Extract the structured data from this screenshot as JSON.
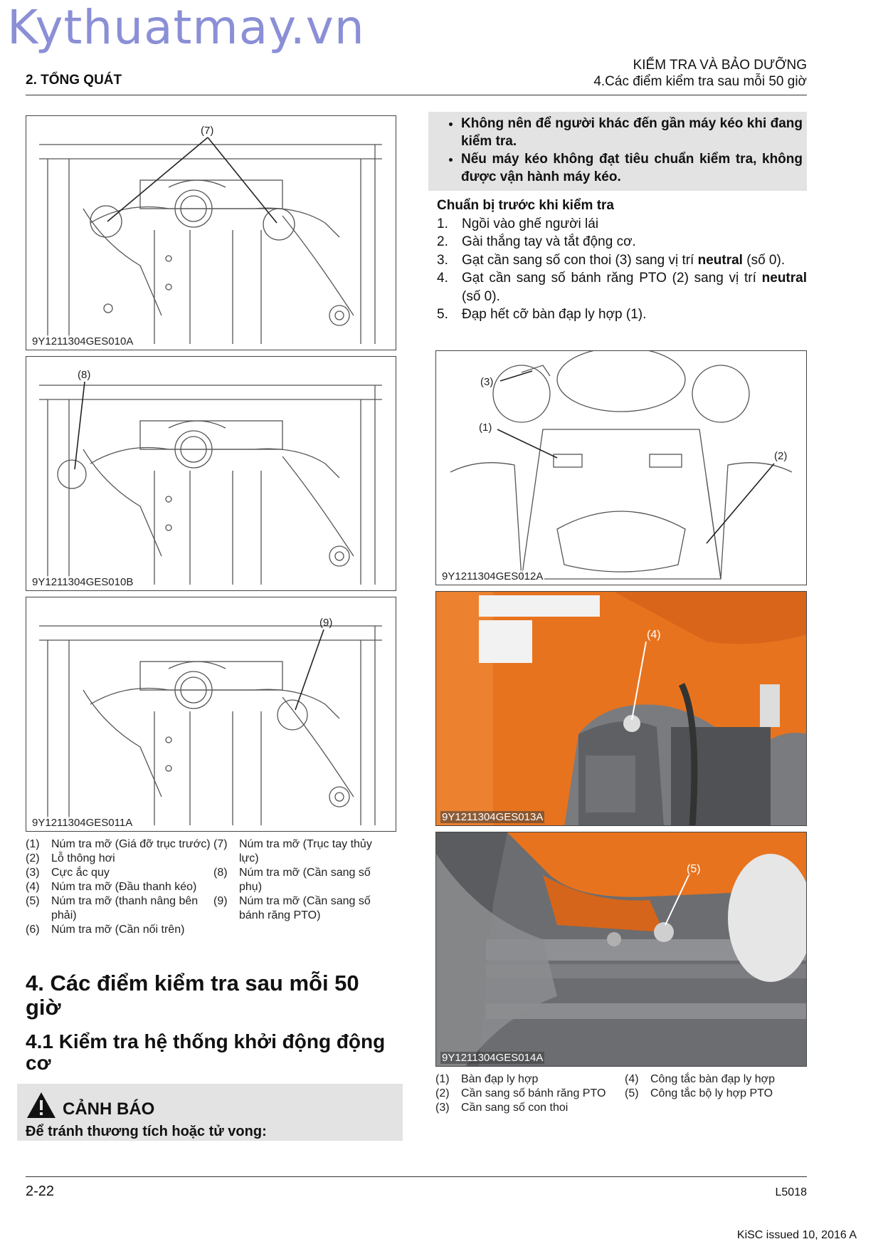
{
  "watermark": "Kythuatmay.vn",
  "header": {
    "left": "2. TỔNG QUÁT",
    "right_line1": "KIỂM TRA VÀ BẢO DƯỠNG",
    "right_line2": "4.Các điểm kiểm tra sau mỗi 50 giờ"
  },
  "figures": {
    "fig1": {
      "code": "9Y1211304GES010A",
      "callouts": [
        "(7)"
      ]
    },
    "fig2": {
      "code": "9Y1211304GES010B",
      "callouts": [
        "(8)"
      ]
    },
    "fig3": {
      "code": "9Y1211304GES011A",
      "callouts": [
        "(9)"
      ]
    },
    "fig4": {
      "code": "9Y1211304GES012A",
      "callouts": [
        "(3)",
        "(1)",
        "(2)"
      ]
    },
    "fig5": {
      "code": "9Y1211304GES013A",
      "callouts": [
        "(4)"
      ]
    },
    "fig6": {
      "code": "9Y1211304GES014A",
      "callouts": [
        "(5)"
      ]
    }
  },
  "warning_bullets": [
    "Không nên để người khác đến gần máy kéo khi đang kiểm tra.",
    "Nếu máy kéo không đạt tiêu chuẩn kiểm tra, không được vận hành máy kéo."
  ],
  "prep": {
    "title": "Chuẩn bị trước khi kiểm tra",
    "steps": [
      {
        "n": "1.",
        "pre": "Ngồi vào ghế người lái",
        "bold": "",
        "post": ""
      },
      {
        "n": "2.",
        "pre": "Gài thắng tay và tắt động cơ.",
        "bold": "",
        "post": ""
      },
      {
        "n": "3.",
        "pre": "Gạt cần sang số con thoi (3) sang vị trí ",
        "bold": "neutral",
        "post": " (số 0)."
      },
      {
        "n": "4.",
        "pre": "Gạt cần sang số bánh răng PTO (2) sang vị trí ",
        "bold": "neutral",
        "post": " (số 0)."
      },
      {
        "n": "5.",
        "pre": "Đạp hết cỡ bàn đạp ly hợp (1).",
        "bold": "",
        "post": ""
      }
    ]
  },
  "legend_left_col1": [
    {
      "n": "(1)",
      "text": "Núm tra mỡ (Giá đỡ trục trước)"
    },
    {
      "n": "(2)",
      "text": "Lỗ thông hơi"
    },
    {
      "n": "(3)",
      "text": "Cực ắc quy"
    },
    {
      "n": "(4)",
      "text": "Núm tra mỡ (Đầu thanh kéo)"
    },
    {
      "n": "(5)",
      "text": "Núm tra mỡ (thanh nâng bên phải)"
    },
    {
      "n": "(6)",
      "text": "Núm tra mỡ (Cần nối trên)"
    }
  ],
  "legend_left_col2": [
    {
      "n": "(7)",
      "text": "Núm tra mỡ (Trục tay thủy lực)"
    },
    {
      "n": "(8)",
      "text": "Núm tra mỡ (Cần sang số phụ)"
    },
    {
      "n": "(9)",
      "text": "Núm tra mỡ (Cần sang số bánh răng PTO)"
    }
  ],
  "legend_right_col1": [
    {
      "n": "(1)",
      "text": "Bàn đạp ly hợp"
    },
    {
      "n": "(2)",
      "text": "Cần sang số bánh răng PTO"
    },
    {
      "n": "(3)",
      "text": "Cần sang số con thoi"
    }
  ],
  "legend_right_col2": [
    {
      "n": "(4)",
      "text": "Công tắc bàn đạp ly hợp"
    },
    {
      "n": "(5)",
      "text": "Công tắc bộ ly hợp PTO"
    }
  ],
  "section4_title": "4. Các điểm kiểm tra sau mỗi 50 giờ",
  "section41_title": "4.1 Kiểm tra hệ thống khởi động động cơ",
  "caution": {
    "title": "CẢNH BÁO",
    "subtitle": "Để tránh thương tích hoặc tử vong:"
  },
  "footer": {
    "page": "2-22",
    "model": "L5018",
    "issued": "KiSC issued 10, 2016 A"
  },
  "colors": {
    "photo_orange": "#e8731e",
    "photo_gray": "#6b6d70",
    "box_gray": "#e3e3e3",
    "watermark": "#8a8fd6"
  }
}
